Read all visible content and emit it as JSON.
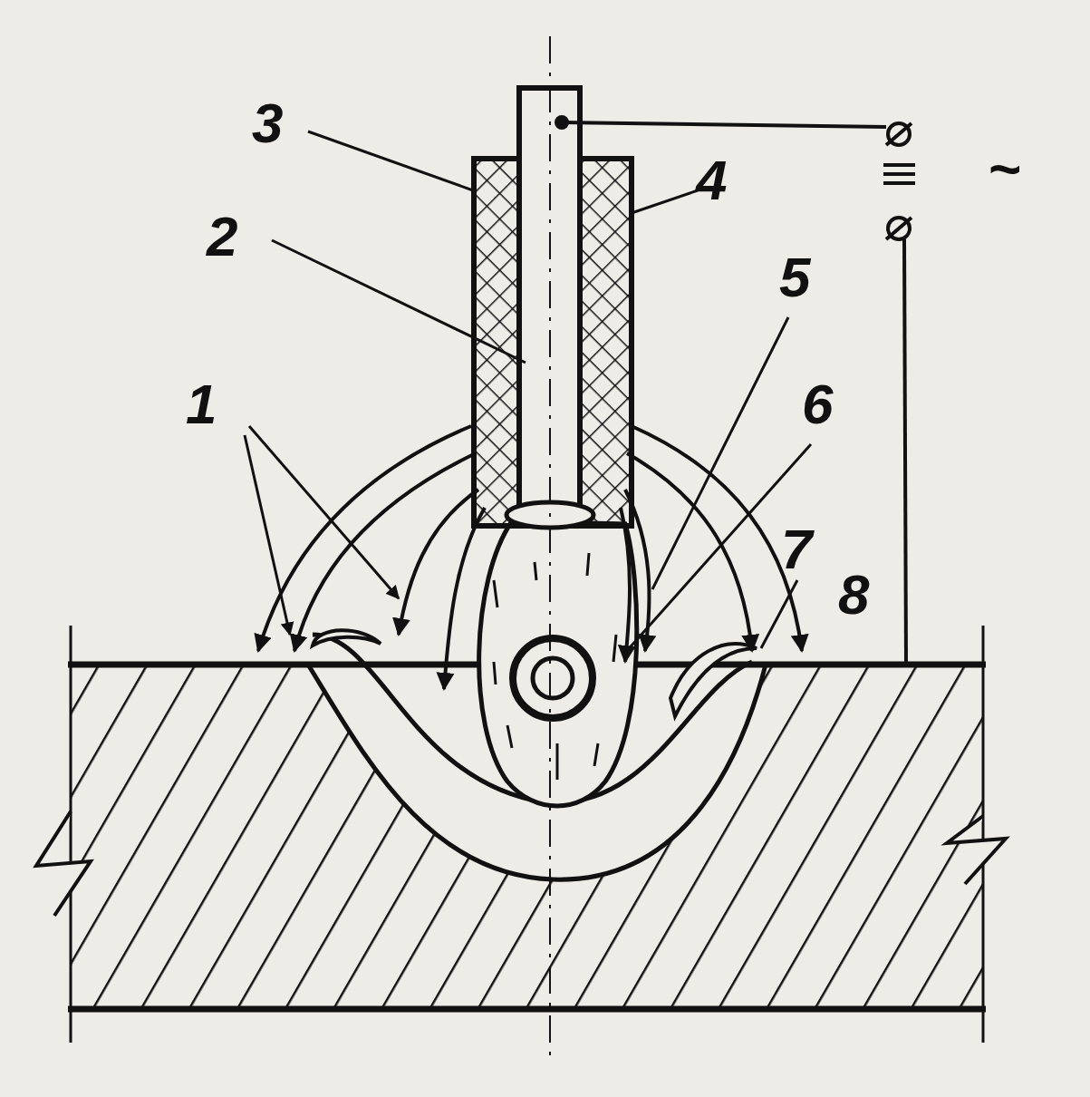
{
  "diagram": {
    "labels": [
      "3",
      "4",
      "2",
      "5",
      "6",
      "1",
      "7",
      "8",
      "~"
    ]
  }
}
